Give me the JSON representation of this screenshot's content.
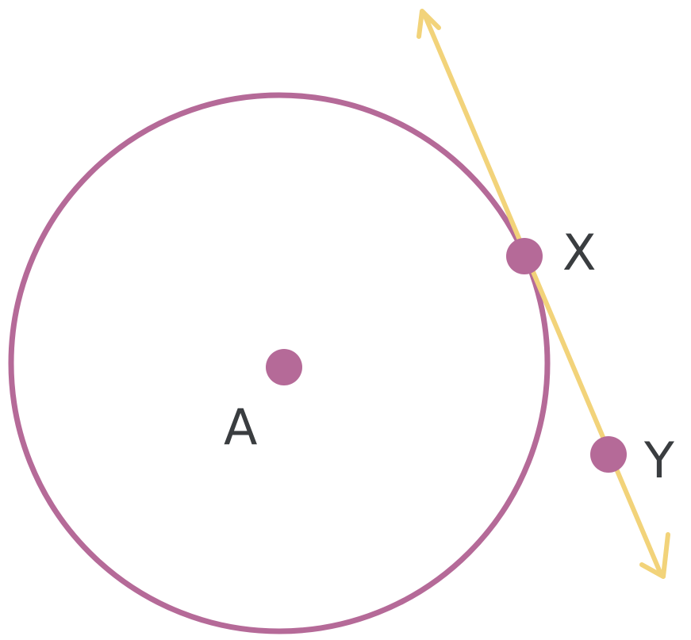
{
  "diagram": {
    "colors": {
      "circle": "#b56a98",
      "tangent_line": "#f2d37a",
      "label_text": "#3a3d40",
      "background": "#ffffff"
    },
    "points": {
      "center": {
        "label": "A"
      },
      "tangent_point": {
        "label": "X"
      },
      "line_point": {
        "label": "Y"
      }
    }
  }
}
